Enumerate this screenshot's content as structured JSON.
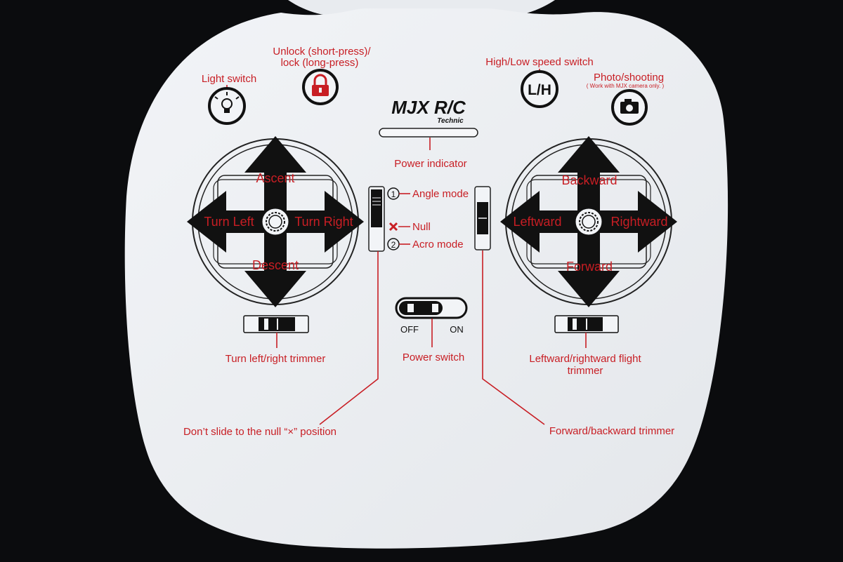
{
  "logo": {
    "brand": "MJX R/C",
    "sub": "Technic"
  },
  "labels": {
    "light_switch": "Light switch",
    "unlock_line1": "Unlock (short-press)/",
    "unlock_line2": "lock (long-press)",
    "speed_switch": "High/Low speed switch",
    "speed_icon_text": "L/H",
    "photo": "Photo/shooting",
    "photo_note": "( Work with MJX camera only. )",
    "power_indicator": "Power indicator",
    "angle_mode": "Angle mode",
    "null": "Null",
    "acro_mode": "Acro mode",
    "mode_1": "1",
    "mode_2": "2",
    "off": "OFF",
    "on": "ON",
    "power_switch": "Power switch",
    "turn_trimmer": "Turn left/right trimmer",
    "lr_trimmer_line1": "Leftward/rightward flight",
    "lr_trimmer_line2": "trimmer",
    "null_warning": "Don’t slide to the null “×” position",
    "fb_trimmer": "Forward/backward trimmer"
  },
  "left_stick": {
    "up": "Ascent",
    "down": "Descent",
    "left": "Turn Left",
    "right": "Turn Right"
  },
  "right_stick": {
    "up": "Backward",
    "down": "Forward",
    "left": "Leftward",
    "right": "Rightward"
  },
  "colors": {
    "background": "#0b0c0e",
    "card": "#eef0f3",
    "accent_red": "#c81e24",
    "ink": "#111111"
  }
}
